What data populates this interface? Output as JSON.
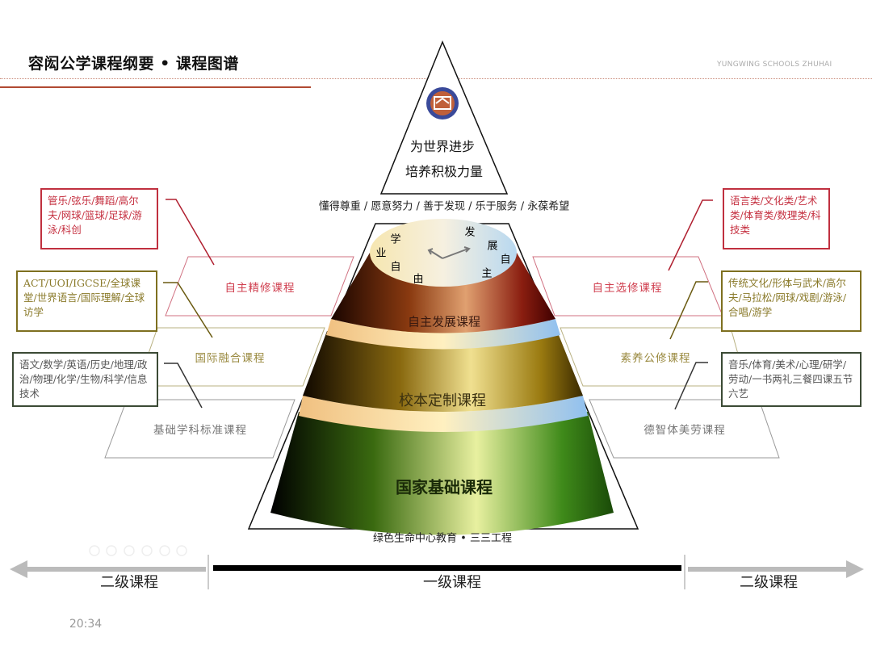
{
  "header": {
    "title": "容闳公学课程纲要 • 课程图谱",
    "brand": "YUNGWING SCHOOLS ZHUHAI"
  },
  "apex": {
    "line1": "为世界进步",
    "line2": "培养积极力量",
    "logo": "school-logo"
  },
  "values": "懂得尊重 / 愿意努力 / 善于发现 / 乐于服务 / 永葆希望",
  "cone": {
    "top_left_chars": [
      "学",
      "业",
      "自",
      "由"
    ],
    "top_right_chars": [
      "发",
      "展",
      "自",
      "主"
    ],
    "layers": [
      "自主发展课程",
      "校本定制课程",
      "国家基础课程"
    ],
    "colors": {
      "red": "#8a1e10",
      "gold": "#9a7a10",
      "green": "#3f8a1a"
    }
  },
  "base_caption": "绿色生命中心教育 • 三三工程",
  "left": {
    "planes": [
      "自主精修课程",
      "国际融合课程",
      "基础学科标准课程"
    ],
    "boxes": [
      "管乐/弦乐/舞蹈/高尔夫/网球/篮球/足球/游泳/科创",
      "ACT/UOI/IGCSE/全球课堂/世界语言/国际理解/全球访学",
      "语文/数学/英语/历史/地理/政治/物理/化学/生物/科学/信息技术"
    ]
  },
  "right": {
    "planes": [
      "自主选修课程",
      "素养公修课程",
      "德智体美劳课程"
    ],
    "boxes": [
      "语言类/文化类/艺术类/体育类/数理类/科技类",
      "传统文化/形体与武术/高尔夫/马拉松/网球/戏剧/游泳/合唱/游学",
      "音乐/体育/美术/心理/研学/劳动/一书两礼三餐四课五节六艺"
    ]
  },
  "scale": {
    "left": "二级课程",
    "center": "一级课程",
    "right": "二级课程"
  },
  "timestamp": "20:34",
  "accent": {
    "red": "#c0303f",
    "olive": "#7e7020",
    "dark": "#3b4a35",
    "rule": "#b04a32"
  }
}
